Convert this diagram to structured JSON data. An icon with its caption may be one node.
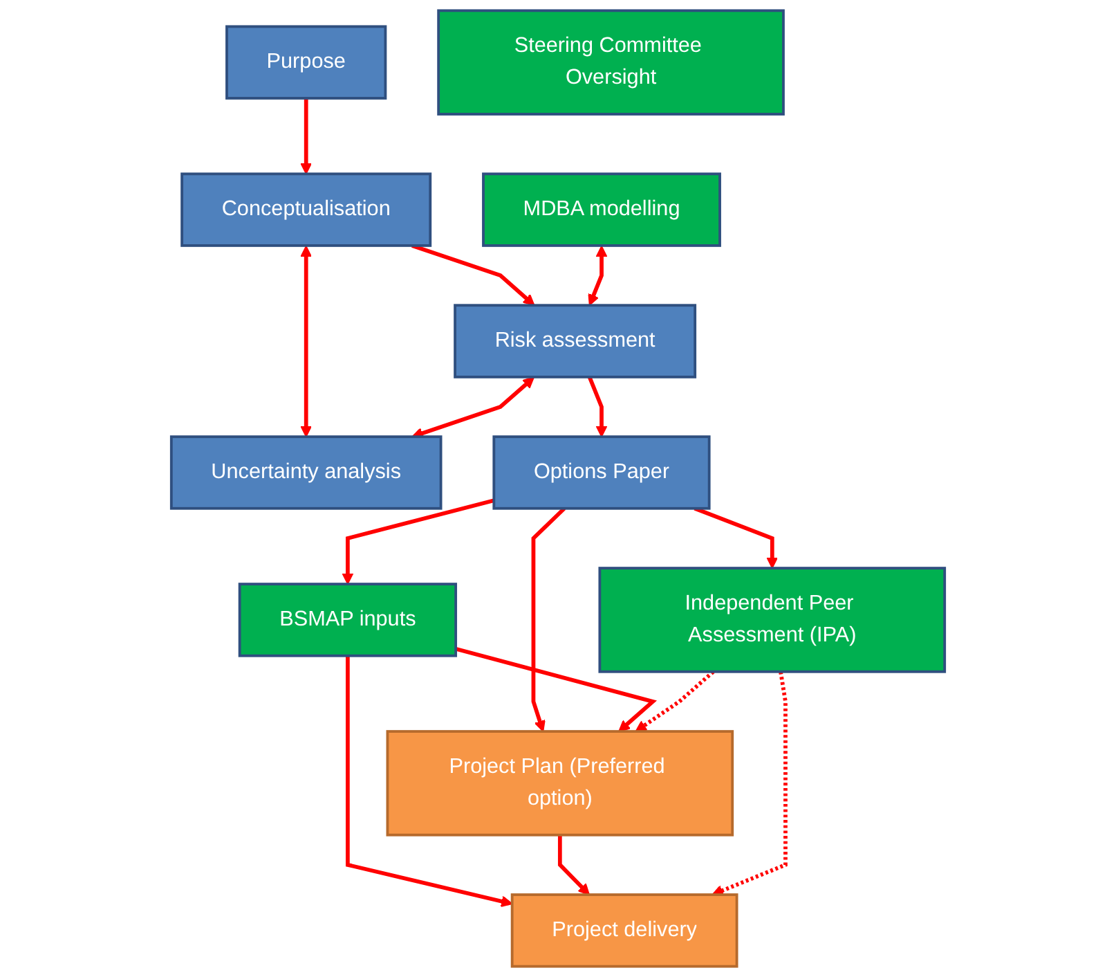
{
  "diagram": {
    "nodes": [
      {
        "text": [
          "Purpose"
        ]
      },
      {
        "text": [
          "Conceptualisation"
        ]
      },
      {
        "text": [
          "Uncertainty analysis"
        ]
      },
      {
        "text": [
          "MDBA modelling"
        ]
      },
      {
        "text": [
          "Risk assessment"
        ]
      },
      {
        "text": [
          "BSMAP inputs"
        ]
      },
      {
        "text": [
          "Options Paper"
        ]
      },
      {
        "text": [
          "Independent Peer Assessment (IPA)"
        ]
      },
      {
        "text": [
          "Project Plan (Preferred option)"
        ]
      },
      {
        "text": [
          "Project delivery"
        ]
      },
      {
        "text": [
          "Steering Committee Oversight"
        ]
      }
    ],
    "edges": [
      {
        "from": 0,
        "to": 1,
        "arrow": "to"
      },
      {
        "from": 1,
        "to": 2,
        "arrow": "both"
      },
      {
        "from": 1,
        "to": 4,
        "arrow": "to"
      },
      {
        "from": 3,
        "to": 4,
        "arrow": "both"
      },
      {
        "from": 4,
        "to": 2,
        "arrow": "both"
      },
      {
        "from": 4,
        "to": 6,
        "arrow": "to"
      },
      {
        "from": 6,
        "to": 5,
        "arrow": "to"
      },
      {
        "from": 6,
        "to": 7,
        "arrow": "to"
      },
      {
        "from": 6,
        "to": 8,
        "arrow": "to"
      },
      {
        "from": 5,
        "to": 8,
        "arrow": "to"
      },
      {
        "from": 5,
        "to": 9,
        "arrow": "to"
      },
      {
        "from": 8,
        "to": 9,
        "arrow": "to"
      },
      {
        "from": 7,
        "to": 8,
        "arrow": "to",
        "style": "dashed"
      },
      {
        "from": 7,
        "to": 9,
        "arrow": "to",
        "style": "dashed"
      }
    ]
  }
}
